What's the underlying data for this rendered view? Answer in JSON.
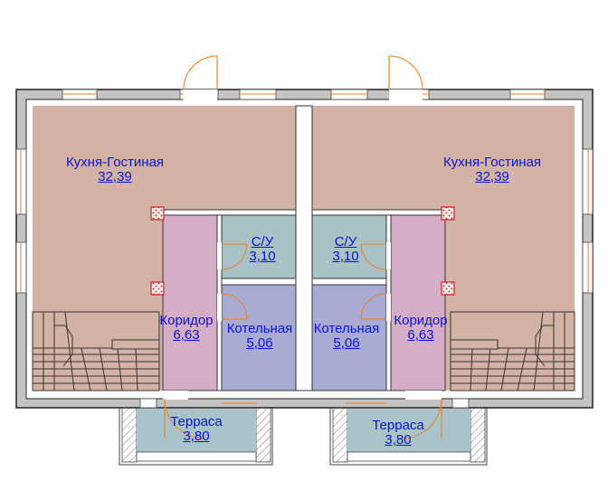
{
  "colors": {
    "kitchen": "#d3b3a6",
    "corridor": "#d6adc6",
    "bathroom": "#a9c2c6",
    "boiler": "#aaabd2",
    "terrace": "#a9c3c9",
    "wall_fill": "#c4c4c4",
    "outline": "#222222",
    "text": "#0a14d8",
    "door": "#f08020",
    "chimney": "#cc2222"
  },
  "rooms": [
    {
      "id": "kitchen-left",
      "name": "Кухня-Гостиная",
      "area": "32,39"
    },
    {
      "id": "kitchen-right",
      "name": "Кухня-Гостиная",
      "area": "32,39"
    },
    {
      "id": "wc-left",
      "name": "С/У",
      "area": "3,10"
    },
    {
      "id": "wc-right",
      "name": "С/У",
      "area": "3,10"
    },
    {
      "id": "corridor-left",
      "name": "Коридор",
      "area": "6,63"
    },
    {
      "id": "corridor-right",
      "name": "Коридор",
      "area": "6,63"
    },
    {
      "id": "boiler-left",
      "name": "Котельная",
      "area": "5,06"
    },
    {
      "id": "boiler-right",
      "name": "Котельная",
      "area": "5,06"
    },
    {
      "id": "terrace-left",
      "name": "Терраса",
      "area": "3,80"
    },
    {
      "id": "terrace-right",
      "name": "Терраса",
      "area": "3,80"
    }
  ]
}
